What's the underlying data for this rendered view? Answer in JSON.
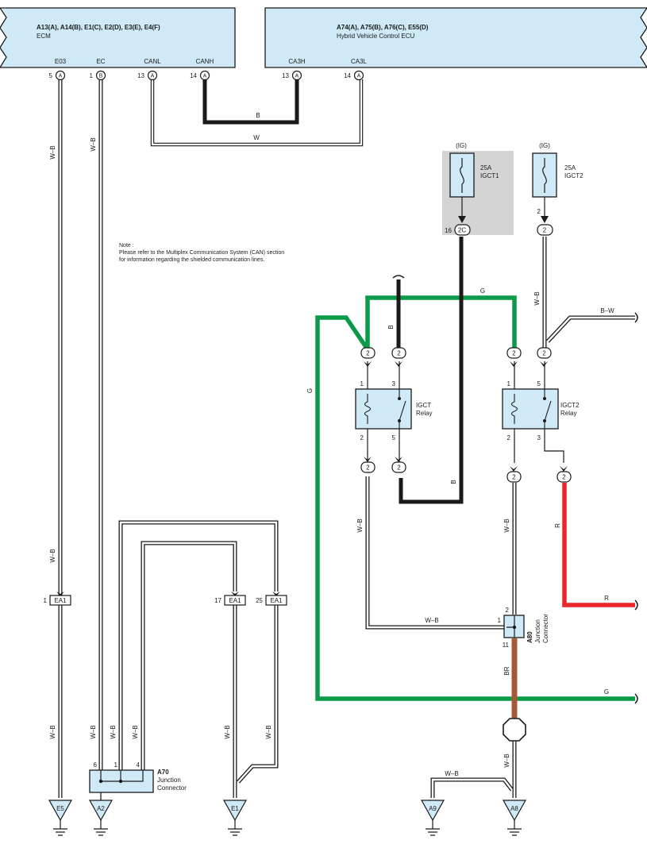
{
  "colors": {
    "box_fill": "#cfe9f6",
    "fuse_bg": "#d4d4d4",
    "wire_black": "#1a1a1a",
    "wire_green": "#0a9a48",
    "wire_red": "#e8262b",
    "wire_brown": "#a35a32"
  },
  "ecm": {
    "title": "A13(A), A14(B), E1(C), E2(D), E3(E), E4(F)",
    "subtitle": "ECM",
    "terminals": [
      {
        "name": "E03",
        "pin": "5",
        "conn": "A"
      },
      {
        "name": "EC",
        "pin": "1",
        "conn": "B"
      },
      {
        "name": "CANL",
        "pin": "13",
        "conn": "A"
      },
      {
        "name": "CANH",
        "pin": "14",
        "conn": "A"
      }
    ]
  },
  "hv_ecu": {
    "title": "A74(A), A75(B), A76(C), E55(D)",
    "subtitle": "Hybrid Vehicle Control ECU",
    "terminals": [
      {
        "name": "CA3H",
        "pin": "13",
        "conn": "A"
      },
      {
        "name": "CA3L",
        "pin": "14",
        "conn": "A"
      }
    ]
  },
  "wire_colors": {
    "B": "B",
    "W": "W",
    "WB": "W–B",
    "G": "G",
    "BW": "B–W",
    "R": "R",
    "BR": "BR"
  },
  "note": {
    "line1": "Note :",
    "line2": "Please refer to the Multiplex Communication System (CAN) section",
    "line3": "for information regarding the shielded communication lines."
  },
  "fuses": [
    {
      "supply": "(IG)",
      "rating": "25A",
      "name": "IGCT1",
      "pin": "16",
      "conn": "2C"
    },
    {
      "supply": "(IG)",
      "rating": "25A",
      "name": "IGCT2",
      "pin": "2",
      "conn": "2"
    }
  ],
  "relays": [
    {
      "name": "IGCT",
      "suffix": "Relay",
      "pins": [
        "1",
        "3",
        "2",
        "5"
      ],
      "conn": "2"
    },
    {
      "name": "IGCT2",
      "suffix": "Relay",
      "pins": [
        "1",
        "5",
        "2",
        "3"
      ],
      "conn": "2"
    }
  ],
  "ea1": {
    "label": "EA1",
    "pins": [
      "1",
      "17",
      "25"
    ]
  },
  "a70": {
    "id": "A70",
    "line1": "Junction",
    "line2": "Connector",
    "pins": [
      "6",
      "1",
      "4"
    ]
  },
  "a80": {
    "id": "A80",
    "line1": "Junction",
    "line2": "Connector",
    "pins": [
      "2",
      "1",
      "11"
    ]
  },
  "grounds": [
    "E5",
    "A2",
    "E1",
    "A9",
    "A8"
  ]
}
